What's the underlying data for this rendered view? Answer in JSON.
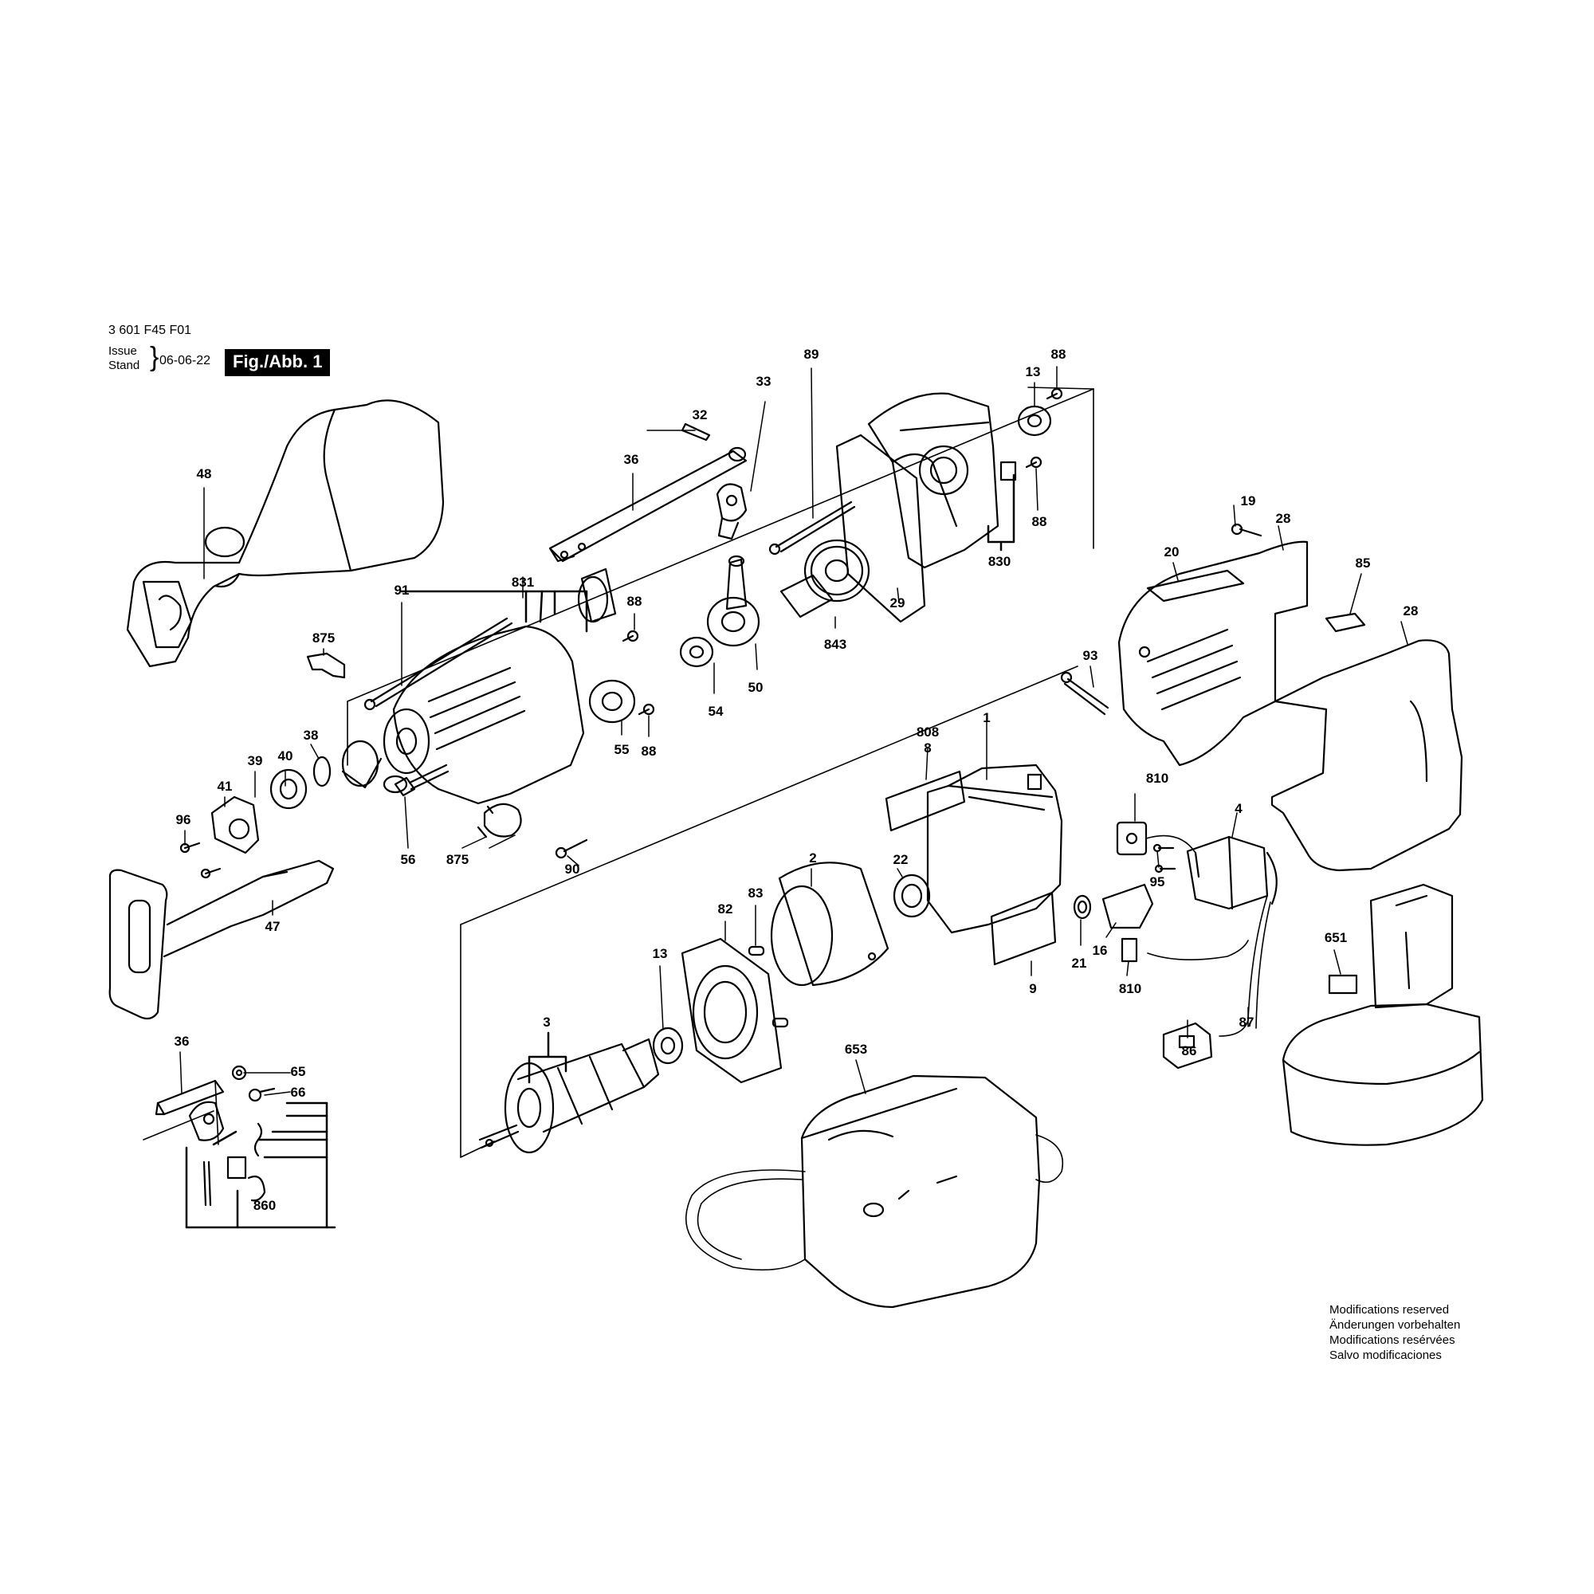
{
  "header": {
    "doc_number": "3 601 F45 F01",
    "issue_label": "Issue",
    "stand_label": "Stand",
    "date": "06-06-22",
    "figure_label": "Fig./Abb. 1"
  },
  "footer": {
    "modifications": [
      "Modifications reserved",
      "Änderungen vorbehalten",
      "Modifications resérvées",
      "Salvo modificaciones"
    ]
  },
  "callouts": [
    {
      "id": "c48",
      "text": "48"
    },
    {
      "id": "c32",
      "text": "32"
    },
    {
      "id": "c33",
      "text": "33"
    },
    {
      "id": "c36a",
      "text": "36"
    },
    {
      "id": "c89",
      "text": "89"
    },
    {
      "id": "c13a",
      "text": "13"
    },
    {
      "id": "c88a",
      "text": "88"
    },
    {
      "id": "c88b",
      "text": "88"
    },
    {
      "id": "c830",
      "text": "830"
    },
    {
      "id": "c29",
      "text": "29"
    },
    {
      "id": "c843",
      "text": "843"
    },
    {
      "id": "c50",
      "text": "50"
    },
    {
      "id": "c54",
      "text": "54"
    },
    {
      "id": "c55",
      "text": "55"
    },
    {
      "id": "c88c",
      "text": "88"
    },
    {
      "id": "c88d",
      "text": "88"
    },
    {
      "id": "c91",
      "text": "91"
    },
    {
      "id": "c831",
      "text": "831"
    },
    {
      "id": "c875a",
      "text": "875"
    },
    {
      "id": "c38",
      "text": "38"
    },
    {
      "id": "c40",
      "text": "40"
    },
    {
      "id": "c39",
      "text": "39"
    },
    {
      "id": "c41",
      "text": "41"
    },
    {
      "id": "c96",
      "text": "96"
    },
    {
      "id": "c56",
      "text": "56"
    },
    {
      "id": "c875b",
      "text": "875"
    },
    {
      "id": "c90",
      "text": "90"
    },
    {
      "id": "c47",
      "text": "47"
    },
    {
      "id": "c19",
      "text": "19"
    },
    {
      "id": "c28a",
      "text": "28"
    },
    {
      "id": "c20",
      "text": "20"
    },
    {
      "id": "c85",
      "text": "85"
    },
    {
      "id": "c28b",
      "text": "28"
    },
    {
      "id": "c93",
      "text": "93"
    },
    {
      "id": "c808",
      "text": "808"
    },
    {
      "id": "c8",
      "text": "8"
    },
    {
      "id": "c1",
      "text": "1"
    },
    {
      "id": "c810a",
      "text": "810"
    },
    {
      "id": "c4",
      "text": "4"
    },
    {
      "id": "c95",
      "text": "95"
    },
    {
      "id": "c22",
      "text": "22"
    },
    {
      "id": "c2",
      "text": "2"
    },
    {
      "id": "c83",
      "text": "83"
    },
    {
      "id": "c82",
      "text": "82"
    },
    {
      "id": "c13b",
      "text": "13"
    },
    {
      "id": "c3",
      "text": "3"
    },
    {
      "id": "c21",
      "text": "21"
    },
    {
      "id": "c16",
      "text": "16"
    },
    {
      "id": "c9",
      "text": "9"
    },
    {
      "id": "c810b",
      "text": "810"
    },
    {
      "id": "c87",
      "text": "87"
    },
    {
      "id": "c86",
      "text": "86"
    },
    {
      "id": "c651",
      "text": "651"
    },
    {
      "id": "c653",
      "text": "653"
    },
    {
      "id": "c36b",
      "text": "36"
    },
    {
      "id": "c65",
      "text": "65"
    },
    {
      "id": "c66",
      "text": "66"
    },
    {
      "id": "c860",
      "text": "860"
    }
  ]
}
